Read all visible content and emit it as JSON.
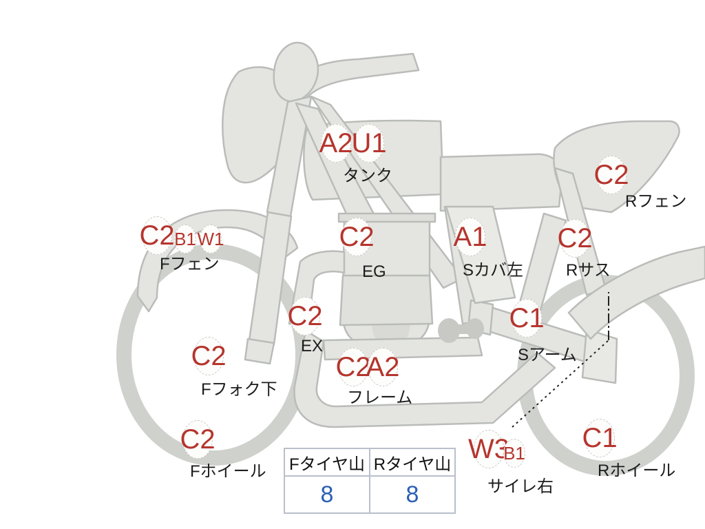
{
  "diagram": {
    "title": "motorcycle-inspection-diagram",
    "colors": {
      "body_fill": "#e4e5e0",
      "body_stroke": "#b9bcb8",
      "marker_text": "#b5352d",
      "marker_fill": "#fdfdfc",
      "marker_border": "#c9c9c4",
      "label_text": "#1c1c1c",
      "table_border": "#b9bfcb",
      "table_value": "#2b5fb5",
      "background": "#ffffff"
    },
    "markers": [
      {
        "id": "tank",
        "label": "タンク",
        "codes": [
          "A2",
          "U1"
        ]
      },
      {
        "id": "r-fender",
        "label": "Rフェン",
        "codes": [
          "C2"
        ]
      },
      {
        "id": "f-fender",
        "label": "Fフェン",
        "codes": [
          "C2",
          "B1",
          "W1"
        ]
      },
      {
        "id": "engine",
        "label": "EG",
        "codes": [
          "C2"
        ]
      },
      {
        "id": "s-cover-l",
        "label": "Sカバ左",
        "codes": [
          "A1"
        ]
      },
      {
        "id": "r-susp",
        "label": "Rサス",
        "codes": [
          "C2"
        ]
      },
      {
        "id": "exhaust",
        "label": "EX",
        "codes": [
          "C2"
        ]
      },
      {
        "id": "swingarm",
        "label": "Sアーム",
        "codes": [
          "C1"
        ]
      },
      {
        "id": "f-fork-lo",
        "label": "Fフォク下",
        "codes": [
          "C2"
        ]
      },
      {
        "id": "frame",
        "label": "フレーム",
        "codes": [
          "C2",
          "A2"
        ]
      },
      {
        "id": "f-wheel",
        "label": "Fホイール",
        "codes": [
          "C2"
        ]
      },
      {
        "id": "silencer-r",
        "label": "サイレ右",
        "codes": [
          "W3",
          "B1"
        ]
      },
      {
        "id": "r-wheel",
        "label": "Rホイール",
        "codes": [
          "C1"
        ]
      }
    ]
  },
  "tyre_table": {
    "headers": [
      "Fタイヤ山",
      "Rタイヤ山"
    ],
    "values": [
      "8",
      "8"
    ]
  }
}
